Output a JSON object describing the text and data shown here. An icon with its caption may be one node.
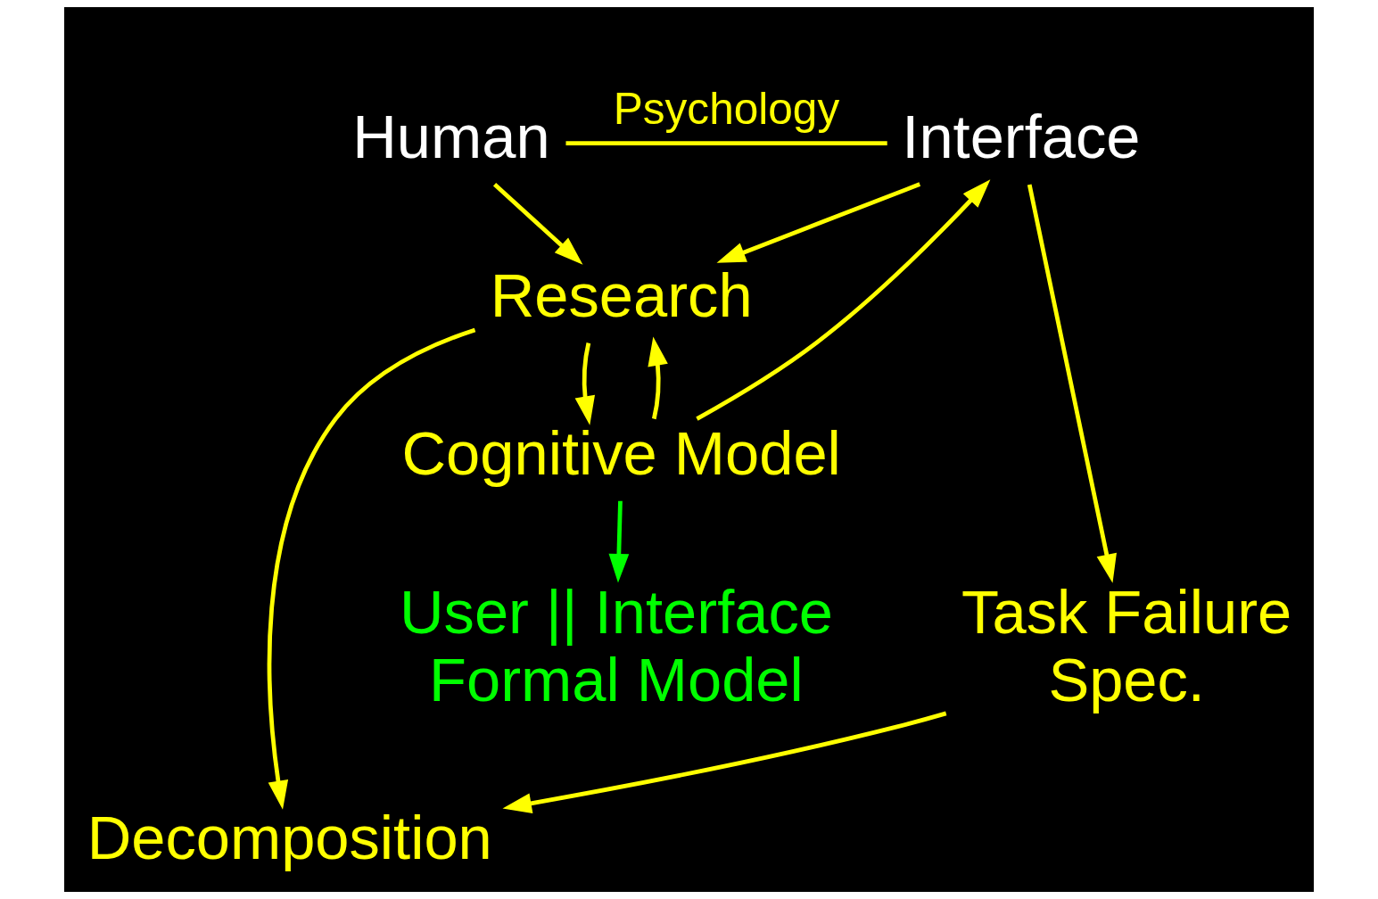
{
  "diagram": {
    "nodes": [
      {
        "text": [
          "Human"
        ]
      },
      {
        "text": [
          "Interface"
        ]
      },
      {
        "text": [
          "Research"
        ]
      },
      {
        "text": [
          "Cognitive Model"
        ]
      },
      {
        "text": [
          "User || Interface Formal Model"
        ]
      },
      {
        "text": [
          "Task Failure Spec."
        ]
      },
      {
        "text": [
          "Decomposition"
        ]
      }
    ],
    "edges": [
      {
        "from": 0,
        "to": 1,
        "arrow": "none",
        "label": "Psychology"
      },
      {
        "from": 0,
        "to": 2,
        "arrow": "to"
      },
      {
        "from": 1,
        "to": 2,
        "arrow": "to"
      },
      {
        "from": 2,
        "to": 3,
        "arrow": "to"
      },
      {
        "from": 3,
        "to": 4,
        "arrow": "to",
        "color": "#00ff00"
      },
      {
        "from": 3,
        "to": 2,
        "arrow": "to"
      },
      {
        "from": 3,
        "to": 1,
        "arrow": "to"
      },
      {
        "from": 1,
        "to": 5,
        "arrow": "to"
      },
      {
        "from": 2,
        "to": 6,
        "arrow": "to"
      },
      {
        "from": 5,
        "to": 6,
        "arrow": "to"
      }
    ]
  }
}
